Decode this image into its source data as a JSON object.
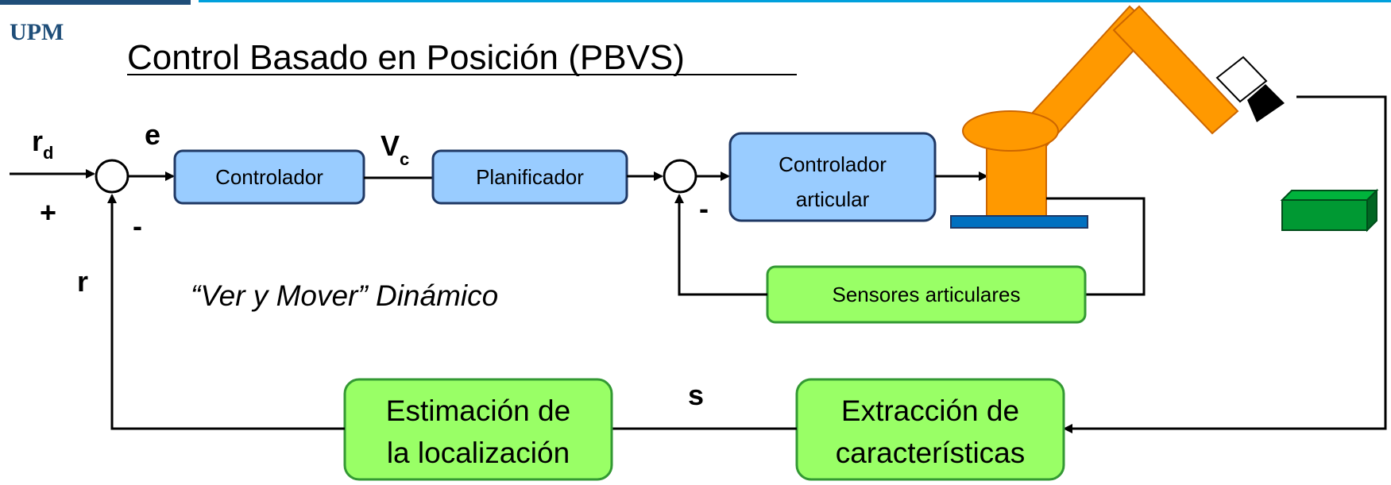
{
  "header": {
    "logo_text": "UPM",
    "title": "Control Basado en Posición (PBVS)"
  },
  "blocks": {
    "controlador": "Controlador",
    "planificador": "Planificador",
    "controlador_articular": [
      "Controlador",
      "articular"
    ],
    "sensores_articulares": "Sensores articulares",
    "estimacion": [
      "Estimación de",
      "la localización"
    ],
    "extraccion": [
      "Extracción de",
      "características"
    ]
  },
  "signals": {
    "rd": "r",
    "rd_sub": "d",
    "plus": "+",
    "minus_outer": "-",
    "e": "e",
    "vc": "V",
    "vc_sub": "c",
    "minus_inner": "-",
    "r": "r",
    "s": "s"
  },
  "caption": "“Ver y Mover” Dinámico",
  "colors": {
    "blue_block_fill": "#99CCFF",
    "blue_block_stroke": "#1F3864",
    "green_block_fill": "#99FF66",
    "green_block_stroke": "#339933",
    "robot_orange": "#FF9900",
    "robot_base_blue": "#0070C0",
    "object_green": "#009933",
    "header_blue": "#00A0DC"
  }
}
